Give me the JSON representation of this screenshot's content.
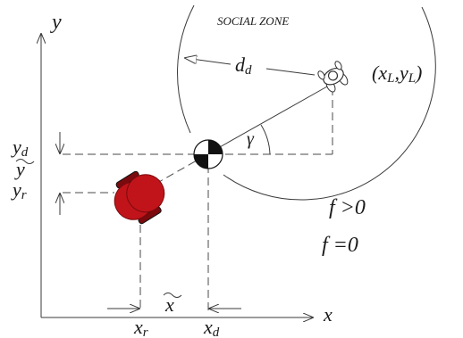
{
  "labels": {
    "y_axis": "y",
    "x_axis": "x",
    "social_zone": "SOCIAL ZONE",
    "dd": "d",
    "dd_sub": "d",
    "leader_pos": "(x",
    "leader_sub1": "L",
    "leader_mid": ",y",
    "leader_sub2": "L",
    "leader_end": ")",
    "gamma": "γ",
    "yd": "y",
    "yd_sub": "d",
    "ytilde": "y",
    "yr": "y",
    "yr_sub": "r",
    "xtilde": "x",
    "xr": "x",
    "xr_sub": "r",
    "xd": "x",
    "xd_sub": "d",
    "f_pos": "f >0",
    "f_zero": "f =0"
  },
  "colors": {
    "robot": "#c0141a",
    "robot_shadow": "#7a0a0d",
    "lines": "#3a3a3a",
    "text": "#1a1a1a"
  },
  "icons": {
    "robot": "red-differential-drive-robot-icon",
    "desired_point": "checkered-target-marker-icon",
    "leader": "person-top-view-icon"
  }
}
